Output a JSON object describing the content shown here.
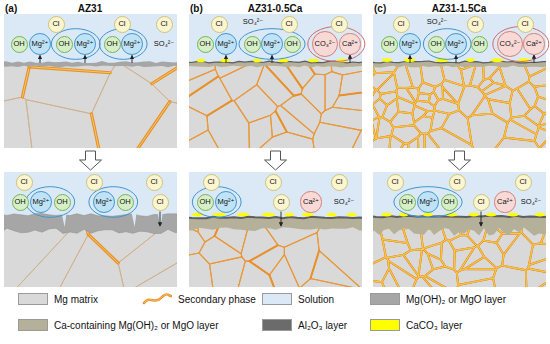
{
  "diagram": {
    "nodes": [
      {
        "text": [
          "Cl"
        ]
      },
      {
        "text": [
          "Cl"
        ]
      },
      {
        "text": [
          "Cl"
        ]
      },
      {
        "text": [
          "OH"
        ]
      },
      {
        "text": [
          "Mg²⁺"
        ]
      },
      {
        "text": [
          "OH"
        ]
      },
      {
        "text": [
          "Mg²⁺"
        ]
      },
      {
        "text": [
          "OH"
        ]
      },
      {
        "text": [
          "Mg²⁺"
        ]
      },
      {
        "text": [
          "Cl"
        ]
      },
      {
        "text": [
          "Cl"
        ]
      },
      {
        "text": [
          "Cl"
        ]
      },
      {
        "text": [
          "OH"
        ]
      },
      {
        "text": [
          "Mg²⁺"
        ]
      },
      {
        "text": [
          "OH"
        ]
      },
      {
        "text": [
          "Mg²⁺"
        ]
      },
      {
        "text": [
          "OH"
        ]
      },
      {
        "text": [
          "CO₃²⁻"
        ]
      },
      {
        "text": [
          "Ca²⁺"
        ]
      },
      {
        "text": [
          "Cl"
        ]
      },
      {
        "text": [
          "Cl"
        ]
      },
      {
        "text": [
          "Cl"
        ]
      },
      {
        "text": [
          "OH"
        ]
      },
      {
        "text": [
          "Mg²⁺"
        ]
      },
      {
        "text": [
          "OH"
        ]
      },
      {
        "text": [
          "Mg²⁺"
        ]
      },
      {
        "text": [
          "OH"
        ]
      },
      {
        "text": [
          "CO₃²⁻"
        ]
      },
      {
        "text": [
          "Ca²⁺"
        ]
      },
      {
        "text": [
          "Cl"
        ]
      },
      {
        "text": [
          "Cl"
        ]
      },
      {
        "text": [
          "Cl"
        ]
      },
      {
        "text": [
          "OH"
        ]
      },
      {
        "text": [
          "Mg²⁺"
        ]
      },
      {
        "text": [
          "OH"
        ]
      },
      {
        "text": [
          "Mg²⁺"
        ]
      },
      {
        "text": [
          "OH"
        ]
      },
      {
        "text": [
          "Cl"
        ]
      },
      {
        "text": [
          "Cl"
        ]
      },
      {
        "text": [
          "Cl"
        ]
      },
      {
        "text": [
          "Cl"
        ]
      },
      {
        "text": [
          "OH"
        ]
      },
      {
        "text": [
          "Mg²⁺"
        ]
      },
      {
        "text": [
          "Cl"
        ]
      },
      {
        "text": [
          "Ca²⁺"
        ]
      },
      {
        "text": [
          "Cl"
        ]
      },
      {
        "text": [
          "Cl"
        ]
      },
      {
        "text": [
          "Cl"
        ]
      },
      {
        "text": [
          "OH"
        ]
      },
      {
        "text": [
          "Mg²⁺"
        ]
      },
      {
        "text": [
          "OH"
        ]
      },
      {
        "text": [
          "Cl"
        ]
      },
      {
        "text": [
          "Ca²⁺"
        ]
      }
    ],
    "labels": [
      "(a)",
      "AZ31",
      "(b)",
      "AZ31-0.5Ca",
      "(c)",
      "AZ31-1.5Ca",
      "SO₄²⁻",
      "SO₄²⁻",
      "SO₄²⁻",
      "SO₄²⁻",
      "SO₄²⁻"
    ],
    "legend": [
      {
        "text": "Mg matrix",
        "color": "#d9d9d9"
      },
      {
        "text": "Secondary phase"
      },
      {
        "text": "Solution",
        "color": "#dbe8f5"
      },
      {
        "text": "Mg(OH)₂ or MgO layer",
        "color": "#a6a6a6"
      },
      {
        "text": "Ca-containing Mg(OH)₂ or MgO layer",
        "color": "#b5b09a"
      },
      {
        "text": "Al₂O₃ layer",
        "color": "#6b6b6b"
      },
      {
        "text": "CaCO₃ layer",
        "color": "#ffff00"
      }
    ]
  }
}
